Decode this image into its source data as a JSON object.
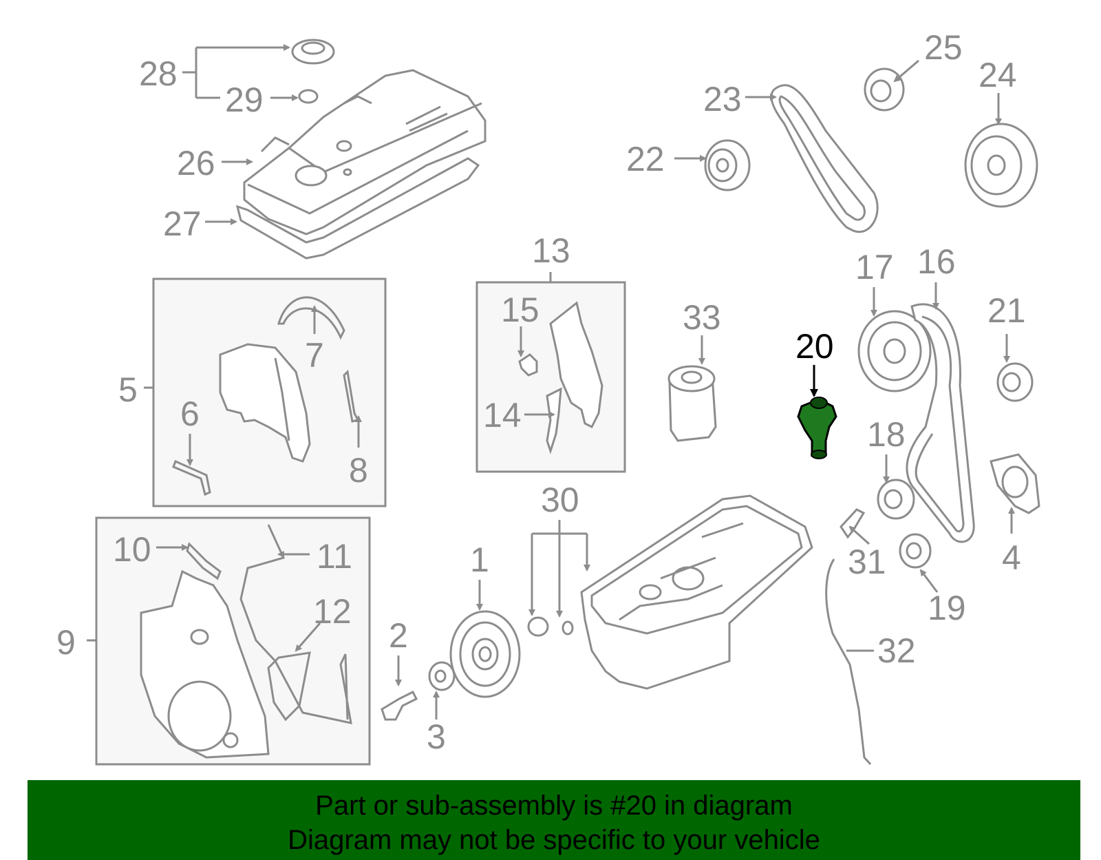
{
  "diagram": {
    "callouts": [
      "1",
      "2",
      "3",
      "4",
      "5",
      "6",
      "7",
      "8",
      "9",
      "10",
      "11",
      "12",
      "13",
      "14",
      "15",
      "16",
      "17",
      "18",
      "19",
      "20",
      "21",
      "22",
      "23",
      "24",
      "25",
      "26",
      "27",
      "28",
      "29",
      "30",
      "31",
      "32",
      "33"
    ],
    "highlighted_part": "20",
    "colors": {
      "line_art": "#8c8c8c",
      "highlight_part": "#1f7a1f",
      "highlight_label": "#000000",
      "box_fill": "#f7f7f7",
      "banner_bg": "#006600"
    }
  },
  "banner": {
    "line1": "Part or sub-assembly is #20 in diagram",
    "line2": "Diagram may not be specific to your vehicle"
  }
}
